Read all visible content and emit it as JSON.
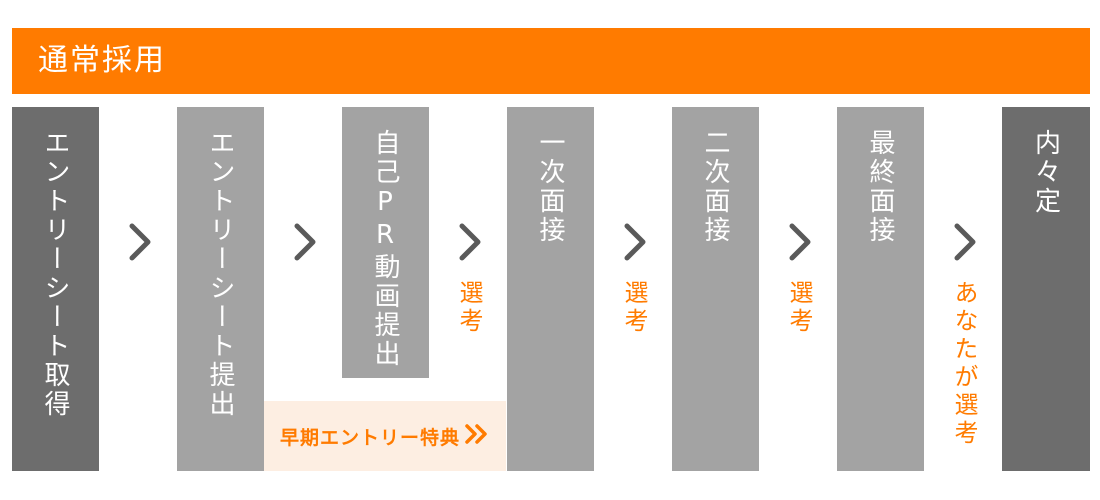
{
  "header": {
    "title": "通常採用"
  },
  "steps": [
    {
      "label": "エントリーシート取得"
    },
    {
      "label": "エントリーシート提出"
    },
    {
      "label": "自己PR動画提出"
    },
    {
      "label": "一次面接"
    },
    {
      "label": "二次面接"
    },
    {
      "label": "最終面接"
    },
    {
      "label": "内々定"
    }
  ],
  "selections": [
    "選考",
    "選考",
    "選考",
    "あなたが選考"
  ],
  "early_bonus": {
    "label": "早期エントリー特典",
    "icon": "double-chevron-right-icon"
  },
  "icons": {
    "arrow": "chevron-right-icon"
  },
  "colors": {
    "accent": "#ff7b00",
    "dark_step": "#6d6d6d",
    "light_step": "#a3a3a3",
    "chevron": "#5a5a5a",
    "bonus_bg": "#fdeee2"
  }
}
